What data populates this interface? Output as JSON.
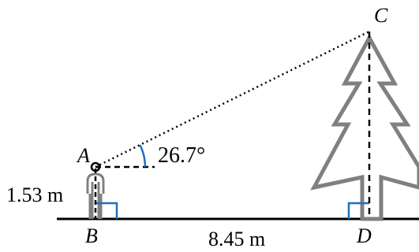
{
  "points": {
    "A": "A",
    "B": "B",
    "C": "C",
    "D": "D"
  },
  "measurements": {
    "height": "1.53 m",
    "distance": "8.45 m",
    "angle": "26.7°"
  },
  "colors": {
    "line": "#000000",
    "figure": "#808080",
    "right_angle": "#1f6fc0",
    "angle_arc": "#1f6fc0"
  },
  "icons": {
    "person": "person-icon",
    "tree": "tree-icon"
  }
}
